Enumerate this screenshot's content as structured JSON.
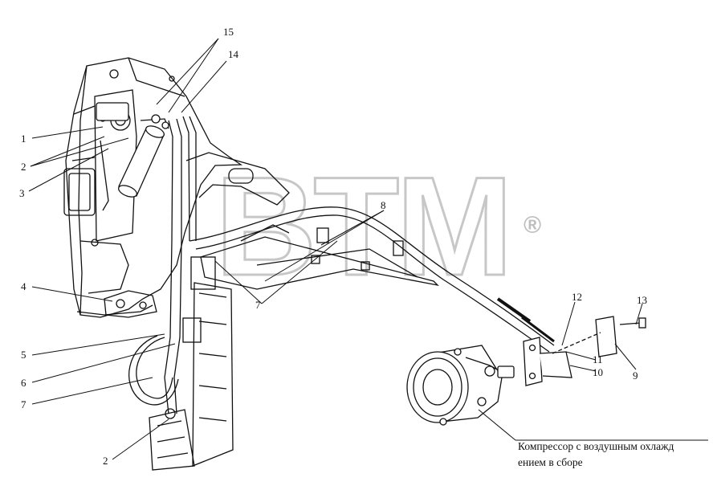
{
  "diagram": {
    "watermark": {
      "text": "BTM",
      "mark": "®"
    },
    "callouts": [
      {
        "id": "c1",
        "text": "1"
      },
      {
        "id": "c2a",
        "text": "2"
      },
      {
        "id": "c3",
        "text": "3"
      },
      {
        "id": "c4",
        "text": "4"
      },
      {
        "id": "c5",
        "text": "5"
      },
      {
        "id": "c6",
        "text": "6"
      },
      {
        "id": "c7a",
        "text": "7"
      },
      {
        "id": "c2b",
        "text": "2"
      },
      {
        "id": "c15",
        "text": "15"
      },
      {
        "id": "c14",
        "text": "14"
      },
      {
        "id": "c8",
        "text": "8"
      },
      {
        "id": "c7b",
        "text": "7"
      },
      {
        "id": "c12",
        "text": "12"
      },
      {
        "id": "c13",
        "text": "13"
      },
      {
        "id": "c11",
        "text": "11"
      },
      {
        "id": "c10",
        "text": "10"
      },
      {
        "id": "c9",
        "text": "9"
      }
    ],
    "caption_line1": "Компрессор с воздушным охлажд",
    "caption_line2": "ением в сборе"
  }
}
